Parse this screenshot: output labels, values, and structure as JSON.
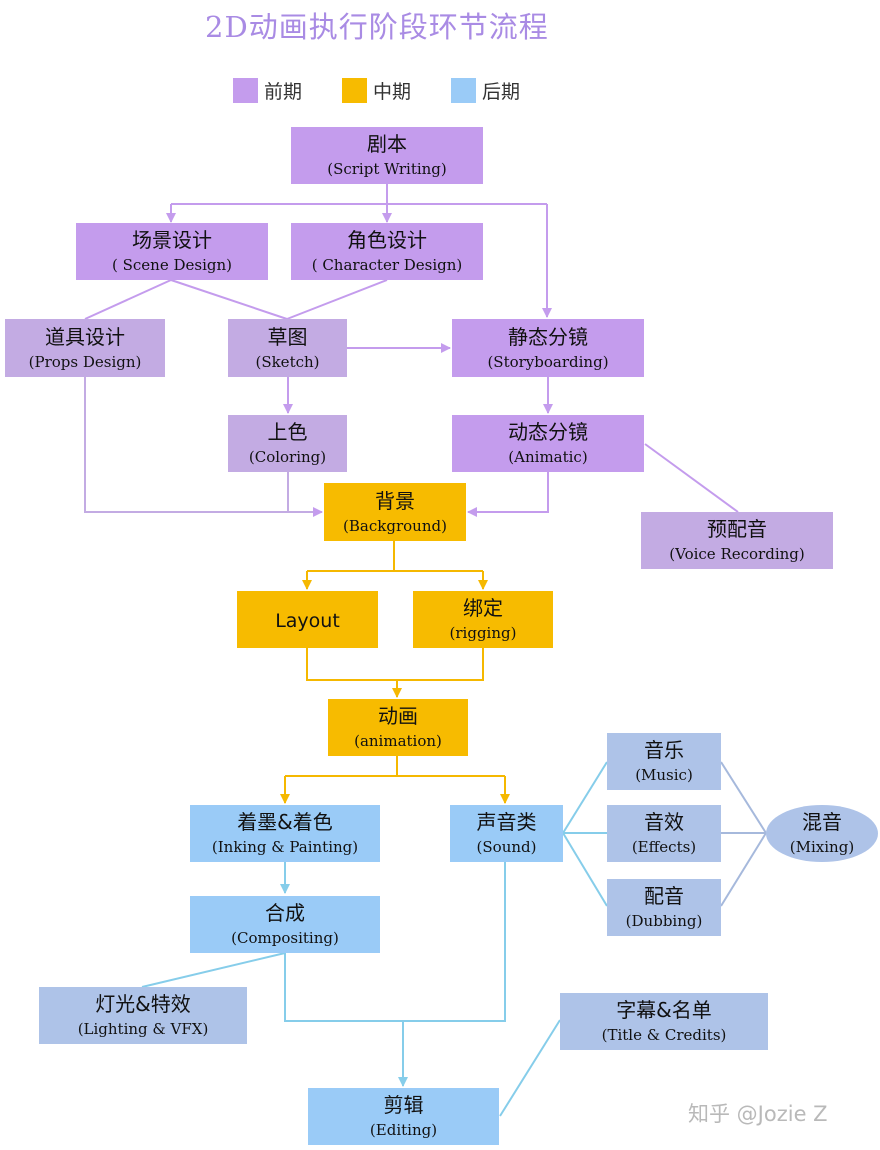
{
  "title": "2D动画执行阶段环节流程",
  "legend": [
    {
      "label": "前期",
      "color": "#c49ced"
    },
    {
      "label": "中期",
      "color": "#f7bb00"
    },
    {
      "label": "后期",
      "color": "#9acbf7"
    }
  ],
  "colors": {
    "pre_production": "#c49ced",
    "pre_production_light": "#c3abe3",
    "production": "#f7bb00",
    "post_production": "#9acbf7",
    "post_production_light": "#aec3e8",
    "pre_connector": "#c49ced",
    "production_connector": "#f5b800",
    "post_connector": "#86cdea"
  },
  "nodes": {
    "script": {
      "zh": "剧本",
      "en": "(Script Writing)"
    },
    "scene_design": {
      "zh": "场景设计",
      "en": "( Scene Design)"
    },
    "character_design": {
      "zh": "角色设计",
      "en": "( Character Design)"
    },
    "props_design": {
      "zh": "道具设计",
      "en": "(Props Design)"
    },
    "sketch": {
      "zh": "草图",
      "en": "(Sketch)"
    },
    "storyboarding": {
      "zh": "静态分镜",
      "en": "(Storyboarding)"
    },
    "coloring": {
      "zh": "上色",
      "en": "(Coloring)"
    },
    "animatic": {
      "zh": "动态分镜",
      "en": "(Animatic)"
    },
    "voice_recording": {
      "zh": "预配音",
      "en": "(Voice Recording)"
    },
    "background": {
      "zh": "背景",
      "en": "(Background)"
    },
    "layout": {
      "en": "Layout"
    },
    "rigging": {
      "zh": "绑定",
      "en": "(rigging)"
    },
    "animation": {
      "zh": "动画",
      "en": "(animation)"
    },
    "inking": {
      "zh": "着墨&着色",
      "en": "(Inking & Painting)"
    },
    "sound": {
      "zh": "声音类",
      "en": "(Sound)"
    },
    "music": {
      "zh": "音乐",
      "en": "(Music)"
    },
    "effects": {
      "zh": "音效",
      "en": "(Effects)"
    },
    "dubbing": {
      "zh": "配音",
      "en": "(Dubbing)"
    },
    "mixing": {
      "zh": "混音",
      "en": "(Mixing)"
    },
    "compositing": {
      "zh": "合成",
      "en": "(Compositing)"
    },
    "lighting": {
      "zh": "灯光&特效",
      "en": "(Lighting & VFX)"
    },
    "title_credits": {
      "zh": "字幕&名单",
      "en": "(Title & Credits)"
    },
    "editing": {
      "zh": "剪辑",
      "en": "(Editing)"
    }
  },
  "connections": [
    {
      "from": "script",
      "to": "scene_design",
      "arrow": true
    },
    {
      "from": "script",
      "to": "character_design",
      "arrow": true
    },
    {
      "from": "script",
      "to": "storyboarding",
      "arrow": true
    },
    {
      "from": "scene_design",
      "to": "props_design",
      "arrow": false
    },
    {
      "from": "scene_design",
      "to": "sketch",
      "arrow": false
    },
    {
      "from": "character_design",
      "to": "sketch",
      "arrow": false
    },
    {
      "from": "sketch",
      "to": "storyboarding",
      "arrow": true
    },
    {
      "from": "sketch",
      "to": "coloring",
      "arrow": true
    },
    {
      "from": "storyboarding",
      "to": "animatic",
      "arrow": true
    },
    {
      "from": "animatic",
      "to": "voice_recording",
      "arrow": false
    },
    {
      "from": "props_design",
      "to": "background",
      "arrow": true
    },
    {
      "from": "coloring",
      "to": "background",
      "arrow": true
    },
    {
      "from": "animatic",
      "to": "background",
      "arrow": true
    },
    {
      "from": "background",
      "to": "layout",
      "arrow": true
    },
    {
      "from": "background",
      "to": "rigging",
      "arrow": true
    },
    {
      "from": "layout",
      "to": "animation",
      "arrow": true
    },
    {
      "from": "rigging",
      "to": "animation",
      "arrow": true
    },
    {
      "from": "animation",
      "to": "inking",
      "arrow": true
    },
    {
      "from": "animation",
      "to": "sound",
      "arrow": true
    },
    {
      "from": "inking",
      "to": "compositing",
      "arrow": true
    },
    {
      "from": "sound",
      "to": "music",
      "arrow": false
    },
    {
      "from": "sound",
      "to": "effects",
      "arrow": false
    },
    {
      "from": "sound",
      "to": "dubbing",
      "arrow": false
    },
    {
      "from": "music",
      "to": "mixing",
      "arrow": false
    },
    {
      "from": "effects",
      "to": "mixing",
      "arrow": false
    },
    {
      "from": "dubbing",
      "to": "mixing",
      "arrow": false
    },
    {
      "from": "compositing",
      "to": "lighting",
      "arrow": false
    },
    {
      "from": "compositing",
      "to": "editing",
      "arrow": true
    },
    {
      "from": "sound",
      "to": "editing",
      "arrow": true
    },
    {
      "from": "title_credits",
      "to": "editing",
      "arrow": false
    }
  ],
  "watermark": "知乎 @Jozie Z"
}
